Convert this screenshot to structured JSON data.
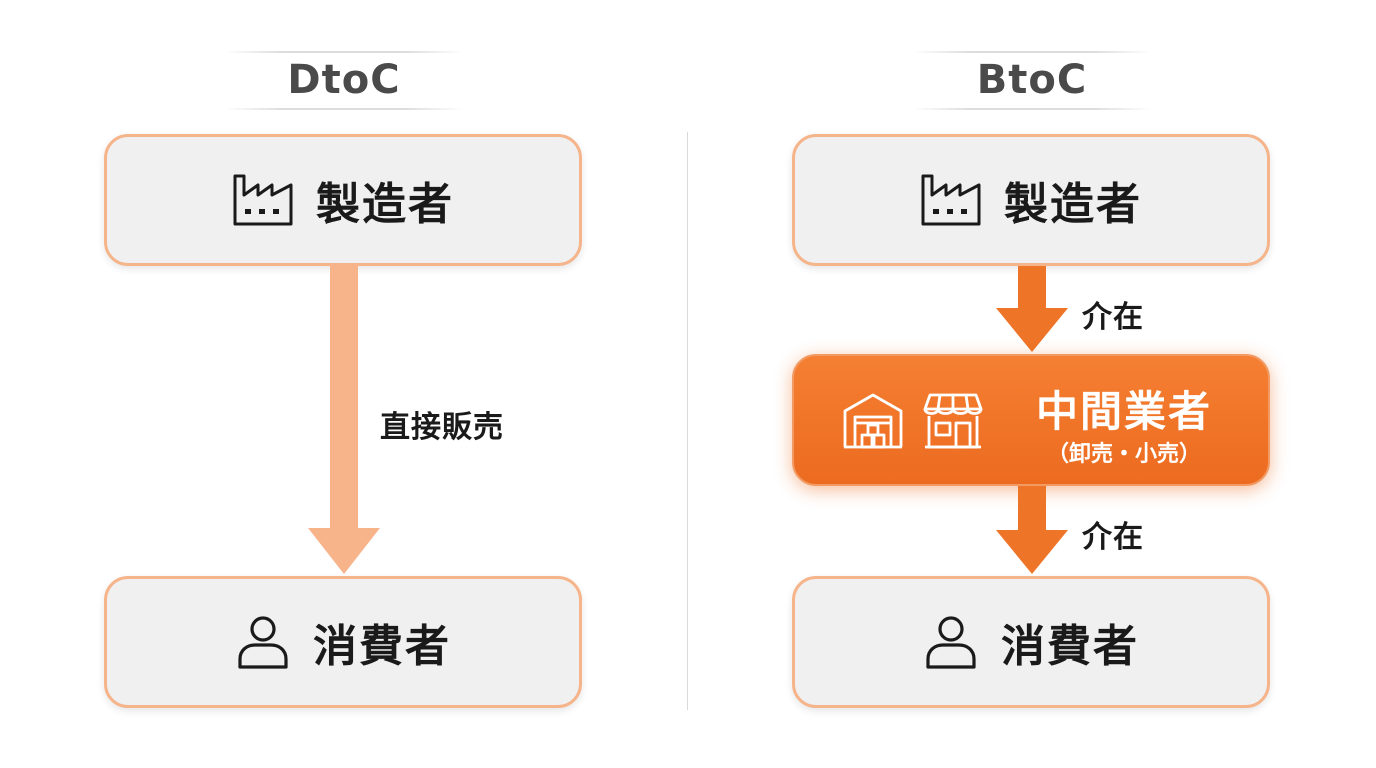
{
  "left": {
    "title": "DtoC",
    "manufacturer": {
      "label": "製造者",
      "icon": "factory-icon"
    },
    "arrow": {
      "label": "直接販売",
      "color": "#f7b48a"
    },
    "consumer": {
      "label": "消費者",
      "icon": "person-icon"
    }
  },
  "right": {
    "title": "BtoC",
    "manufacturer": {
      "label": "製造者",
      "icon": "factory-icon"
    },
    "arrow_top": {
      "label": "介在",
      "color": "#ee7428"
    },
    "intermediary": {
      "title": "中間業者",
      "subtitle": "（卸売・小売）",
      "icons": [
        "warehouse-icon",
        "store-icon"
      ],
      "color": "#ee7428"
    },
    "arrow_bottom": {
      "label": "介在",
      "color": "#ee7428"
    },
    "consumer": {
      "label": "消費者",
      "icon": "person-icon"
    }
  },
  "colors": {
    "box_border": "#f5b48a",
    "box_fill": "#f0f0f0"
  }
}
